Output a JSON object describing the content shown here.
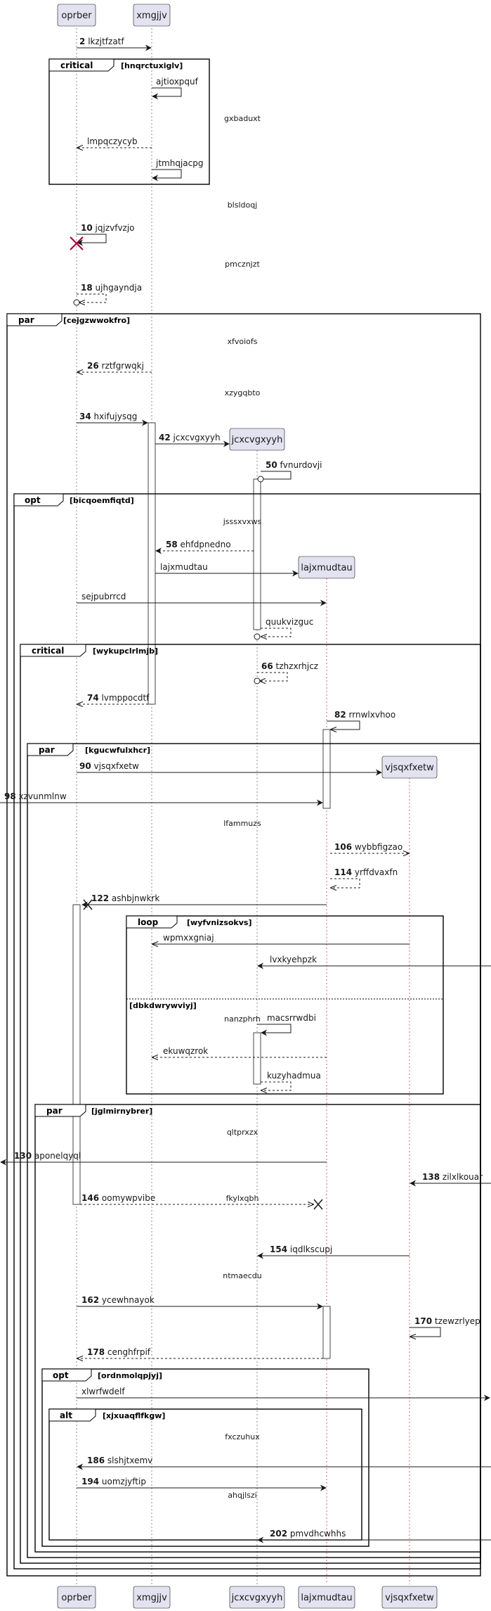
{
  "participants": [
    {
      "id": "oprber",
      "label": "oprber"
    },
    {
      "id": "xmgjjv",
      "label": "xmgjjv"
    },
    {
      "id": "jcxcvgxyyh",
      "label": "jcxcvgxyyh"
    },
    {
      "id": "lajxmudtau",
      "label": "lajxmudtau"
    },
    {
      "id": "vjsqxfxetw",
      "label": "vjsqxfxetw"
    }
  ],
  "frames": [
    {
      "keyword": "critical",
      "condition": "[hnqrctuxiglv]"
    },
    {
      "keyword": "par",
      "condition": "[cejgzwwokfro]"
    },
    {
      "keyword": "opt",
      "condition": "[bicqoemfiqtd]"
    },
    {
      "keyword": "critical",
      "condition": "[wykupclrlmjb]"
    },
    {
      "keyword": "par",
      "condition": "[kgucwfulxhcr]"
    },
    {
      "keyword": "loop",
      "condition": "[wyfvnizsokvs]",
      "else_condition": "[dbkdwrywviyj]"
    },
    {
      "keyword": "par",
      "condition": "[jglmirnybrer]"
    },
    {
      "keyword": "opt",
      "condition": "[ordnmolqpjyj]"
    },
    {
      "keyword": "alt",
      "condition": "[xjxuaqflfkgw]"
    }
  ],
  "messages": [
    {
      "num": "2",
      "text": "lkzjtfzatf"
    },
    {
      "num": "",
      "text": "ajtioxpquf"
    },
    {
      "num": "",
      "text": "lmpqczycyb"
    },
    {
      "num": "",
      "text": "jtmhqjacpg"
    },
    {
      "num": "10",
      "text": "jqjzvfvzjo"
    },
    {
      "num": "18",
      "text": "ujhgayndja"
    },
    {
      "num": "26",
      "text": "rztfgrwqkj"
    },
    {
      "num": "34",
      "text": "hxifujysqg"
    },
    {
      "num": "42",
      "text": "jcxcvgxyyh"
    },
    {
      "num": "50",
      "text": "fvnurdovji"
    },
    {
      "num": "58",
      "text": "ehfdpnedno"
    },
    {
      "num": "",
      "text": "lajxmudtau"
    },
    {
      "num": "",
      "text": "sejpubrrcd"
    },
    {
      "num": "",
      "text": "quukvizguc"
    },
    {
      "num": "66",
      "text": "tzhzxrhjcz"
    },
    {
      "num": "74",
      "text": "lvmppocdtf"
    },
    {
      "num": "82",
      "text": "rrnwlxvhoo"
    },
    {
      "num": "90",
      "text": "vjsqxfxetw"
    },
    {
      "num": "98",
      "text": "xzvunmlnw"
    },
    {
      "num": "106",
      "text": "wybbfigzao"
    },
    {
      "num": "114",
      "text": "yrffdvaxfn"
    },
    {
      "num": "122",
      "text": "ashbjnwkrk"
    },
    {
      "num": "",
      "text": "wpmxxgniaj"
    },
    {
      "num": "",
      "text": "lvxkyehpzk"
    },
    {
      "num": "",
      "text": "macsrrwdbi"
    },
    {
      "num": "",
      "text": "ekuwqzrok"
    },
    {
      "num": "",
      "text": "kuzyhadmua"
    },
    {
      "num": "130",
      "text": "aponelqyql"
    },
    {
      "num": "138",
      "text": "zilxlkouar"
    },
    {
      "num": "146",
      "text": "oomywpvibe"
    },
    {
      "num": "154",
      "text": "iqdlkscupj"
    },
    {
      "num": "162",
      "text": "ycewhnayok"
    },
    {
      "num": "170",
      "text": "tzewzrlyep"
    },
    {
      "num": "178",
      "text": "cenghfrpif"
    },
    {
      "num": "",
      "text": "xlwrfwdelf"
    },
    {
      "num": "186",
      "text": "slshjtxemv"
    },
    {
      "num": "194",
      "text": "uomzjyftip"
    },
    {
      "num": "202",
      "text": "pmvdhcwhhs"
    }
  ],
  "notes": [
    "gxbaduxt",
    "blsldoqj",
    "pmcznjzt",
    "xfvoiofs",
    "xzygqbto",
    "jsssxvxws",
    "lfammuzs",
    "nanzphrh",
    "qltprxzx",
    "fkylxqbh",
    "ntmaecdu",
    "fxczuhux",
    "ahqjlszi"
  ]
}
